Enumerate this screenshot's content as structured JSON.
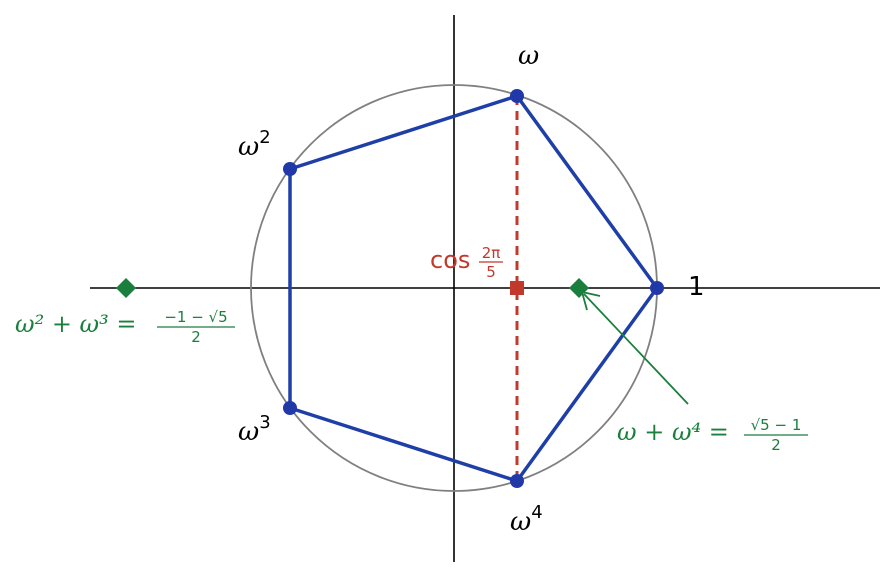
{
  "colors": {
    "axis": "#000000",
    "circle": "#808080",
    "pentagon": "#1f3fa8",
    "vertex": "#2038a8",
    "cosine": "#c0392b",
    "sums": "#1a7f3c"
  },
  "labels": {
    "omega": "ω",
    "omega2_base": "ω",
    "omega2_exp": "2",
    "omega3_base": "ω",
    "omega3_exp": "3",
    "omega4_base": "ω",
    "omega4_exp": "4",
    "one": "1",
    "cos_word": "cos",
    "cos_num": "2π",
    "cos_den": "5",
    "neg_sum_lhs": "ω² + ω³ =",
    "neg_sum_num": "−1 − √5",
    "neg_sum_den": "2",
    "pos_sum_lhs": "ω + ω⁴ =",
    "pos_sum_num": "√5 − 1",
    "pos_sum_den": "2"
  },
  "geometry_values": {
    "roots_of_unity_order": 5,
    "cos_2pi_over_5": 0.309,
    "omega_plus_omega4": 0.618,
    "omega2_plus_omega3": -1.618
  }
}
